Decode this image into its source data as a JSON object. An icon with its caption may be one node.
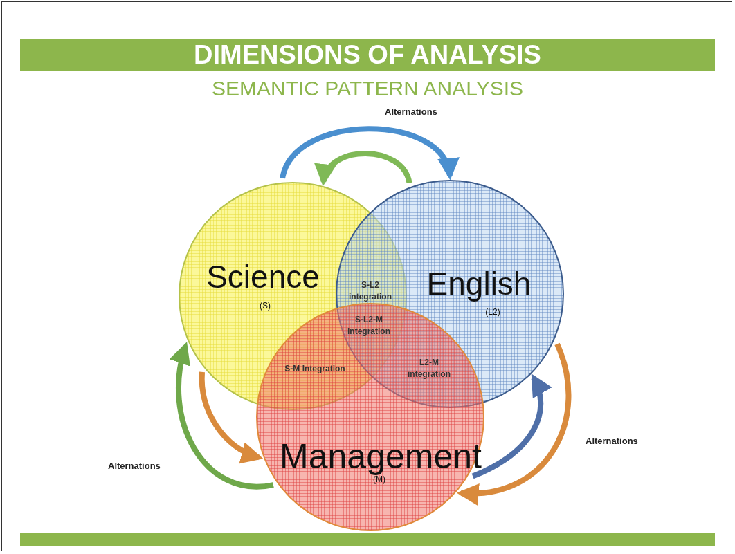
{
  "diagram": {
    "title": "DIMENSIONS OF ANALYSIS",
    "nodes": [
      {
        "text": [
          "Science",
          "(S)"
        ]
      },
      {
        "text": [
          "English",
          "(L2)"
        ]
      },
      {
        "text": [
          "Management",
          "(M)"
        ]
      }
    ],
    "edges": [
      {
        "from": 0,
        "to": 1,
        "arrow": "to",
        "label": "Alternations",
        "color": "#4a8fcf"
      },
      {
        "from": 1,
        "to": 0,
        "arrow": "to",
        "color": "#7fb956"
      },
      {
        "from": 2,
        "to": 0,
        "arrow": "to",
        "label": "Alternations",
        "color": "#6fa84a"
      },
      {
        "from": 0,
        "to": 2,
        "arrow": "to",
        "color": "#d98a3c"
      },
      {
        "from": 1,
        "to": 2,
        "arrow": "to",
        "label": "Alternations",
        "color": "#d98a3c"
      },
      {
        "from": 2,
        "to": 1,
        "arrow": "to",
        "color": "#4f6fa8"
      }
    ],
    "labels": [
      "SEMANTIC PATTERN ANALYSIS",
      "S-L2 integration",
      "S-L2-M integration",
      "S-M Integration",
      "L2-M integration"
    ]
  }
}
